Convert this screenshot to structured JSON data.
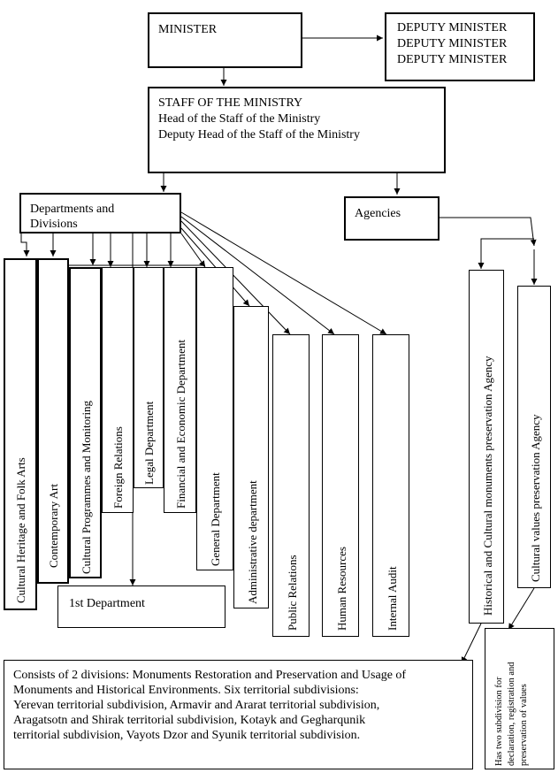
{
  "minister": "MINISTER",
  "deputies": [
    "DEPUTY MINISTER",
    "DEPUTY MINISTER",
    "DEPUTY MINISTER"
  ],
  "staff": {
    "title": "STAFF OF THE MINISTRY",
    "head": "Head of the Staff of the Ministry",
    "deputy_head": "Deputy Head of the Staff of the Ministry"
  },
  "departments_label": [
    "Departments and",
    "Divisions"
  ],
  "agencies_label": "Agencies",
  "departments": {
    "cultural_heritage": "Cultural Heritage and Folk Arts",
    "contemporary_art": "Contemporary Art",
    "cultural_programmes": "Cultural Programmes and Monitoring",
    "foreign_relations": "Foreign Relations",
    "legal": "Legal Department",
    "financial": "Financial and Economic Department",
    "general": "General Department",
    "administrative": "Administrative department",
    "public_relations": "Public Relations",
    "human_resources": "Human Resources",
    "internal_audit": "Internal Audit"
  },
  "first_department": "1st Department",
  "agencies": {
    "historical": "Historical and Cultural monuments preservation Agency",
    "cultural_values": "Cultural values preservation Agency"
  },
  "historical_note": [
    "Consists of 2 divisions: Monuments Restoration and Preservation and Usage of",
    "Monuments and Historical Environments. Six territorial subdivisions:",
    "Yerevan territorial subdivision, Armavir and Ararat territorial subdivision,",
    "Aragatsotn and Shirak territorial subdivision, Kotayk and Gegharqunik",
    "territorial subdivision, Vayots Dzor and Syunik territorial subdivision."
  ],
  "cultural_values_note": [
    "Has two subdivision for",
    "declaration, registration and",
    "preservation of values"
  ]
}
